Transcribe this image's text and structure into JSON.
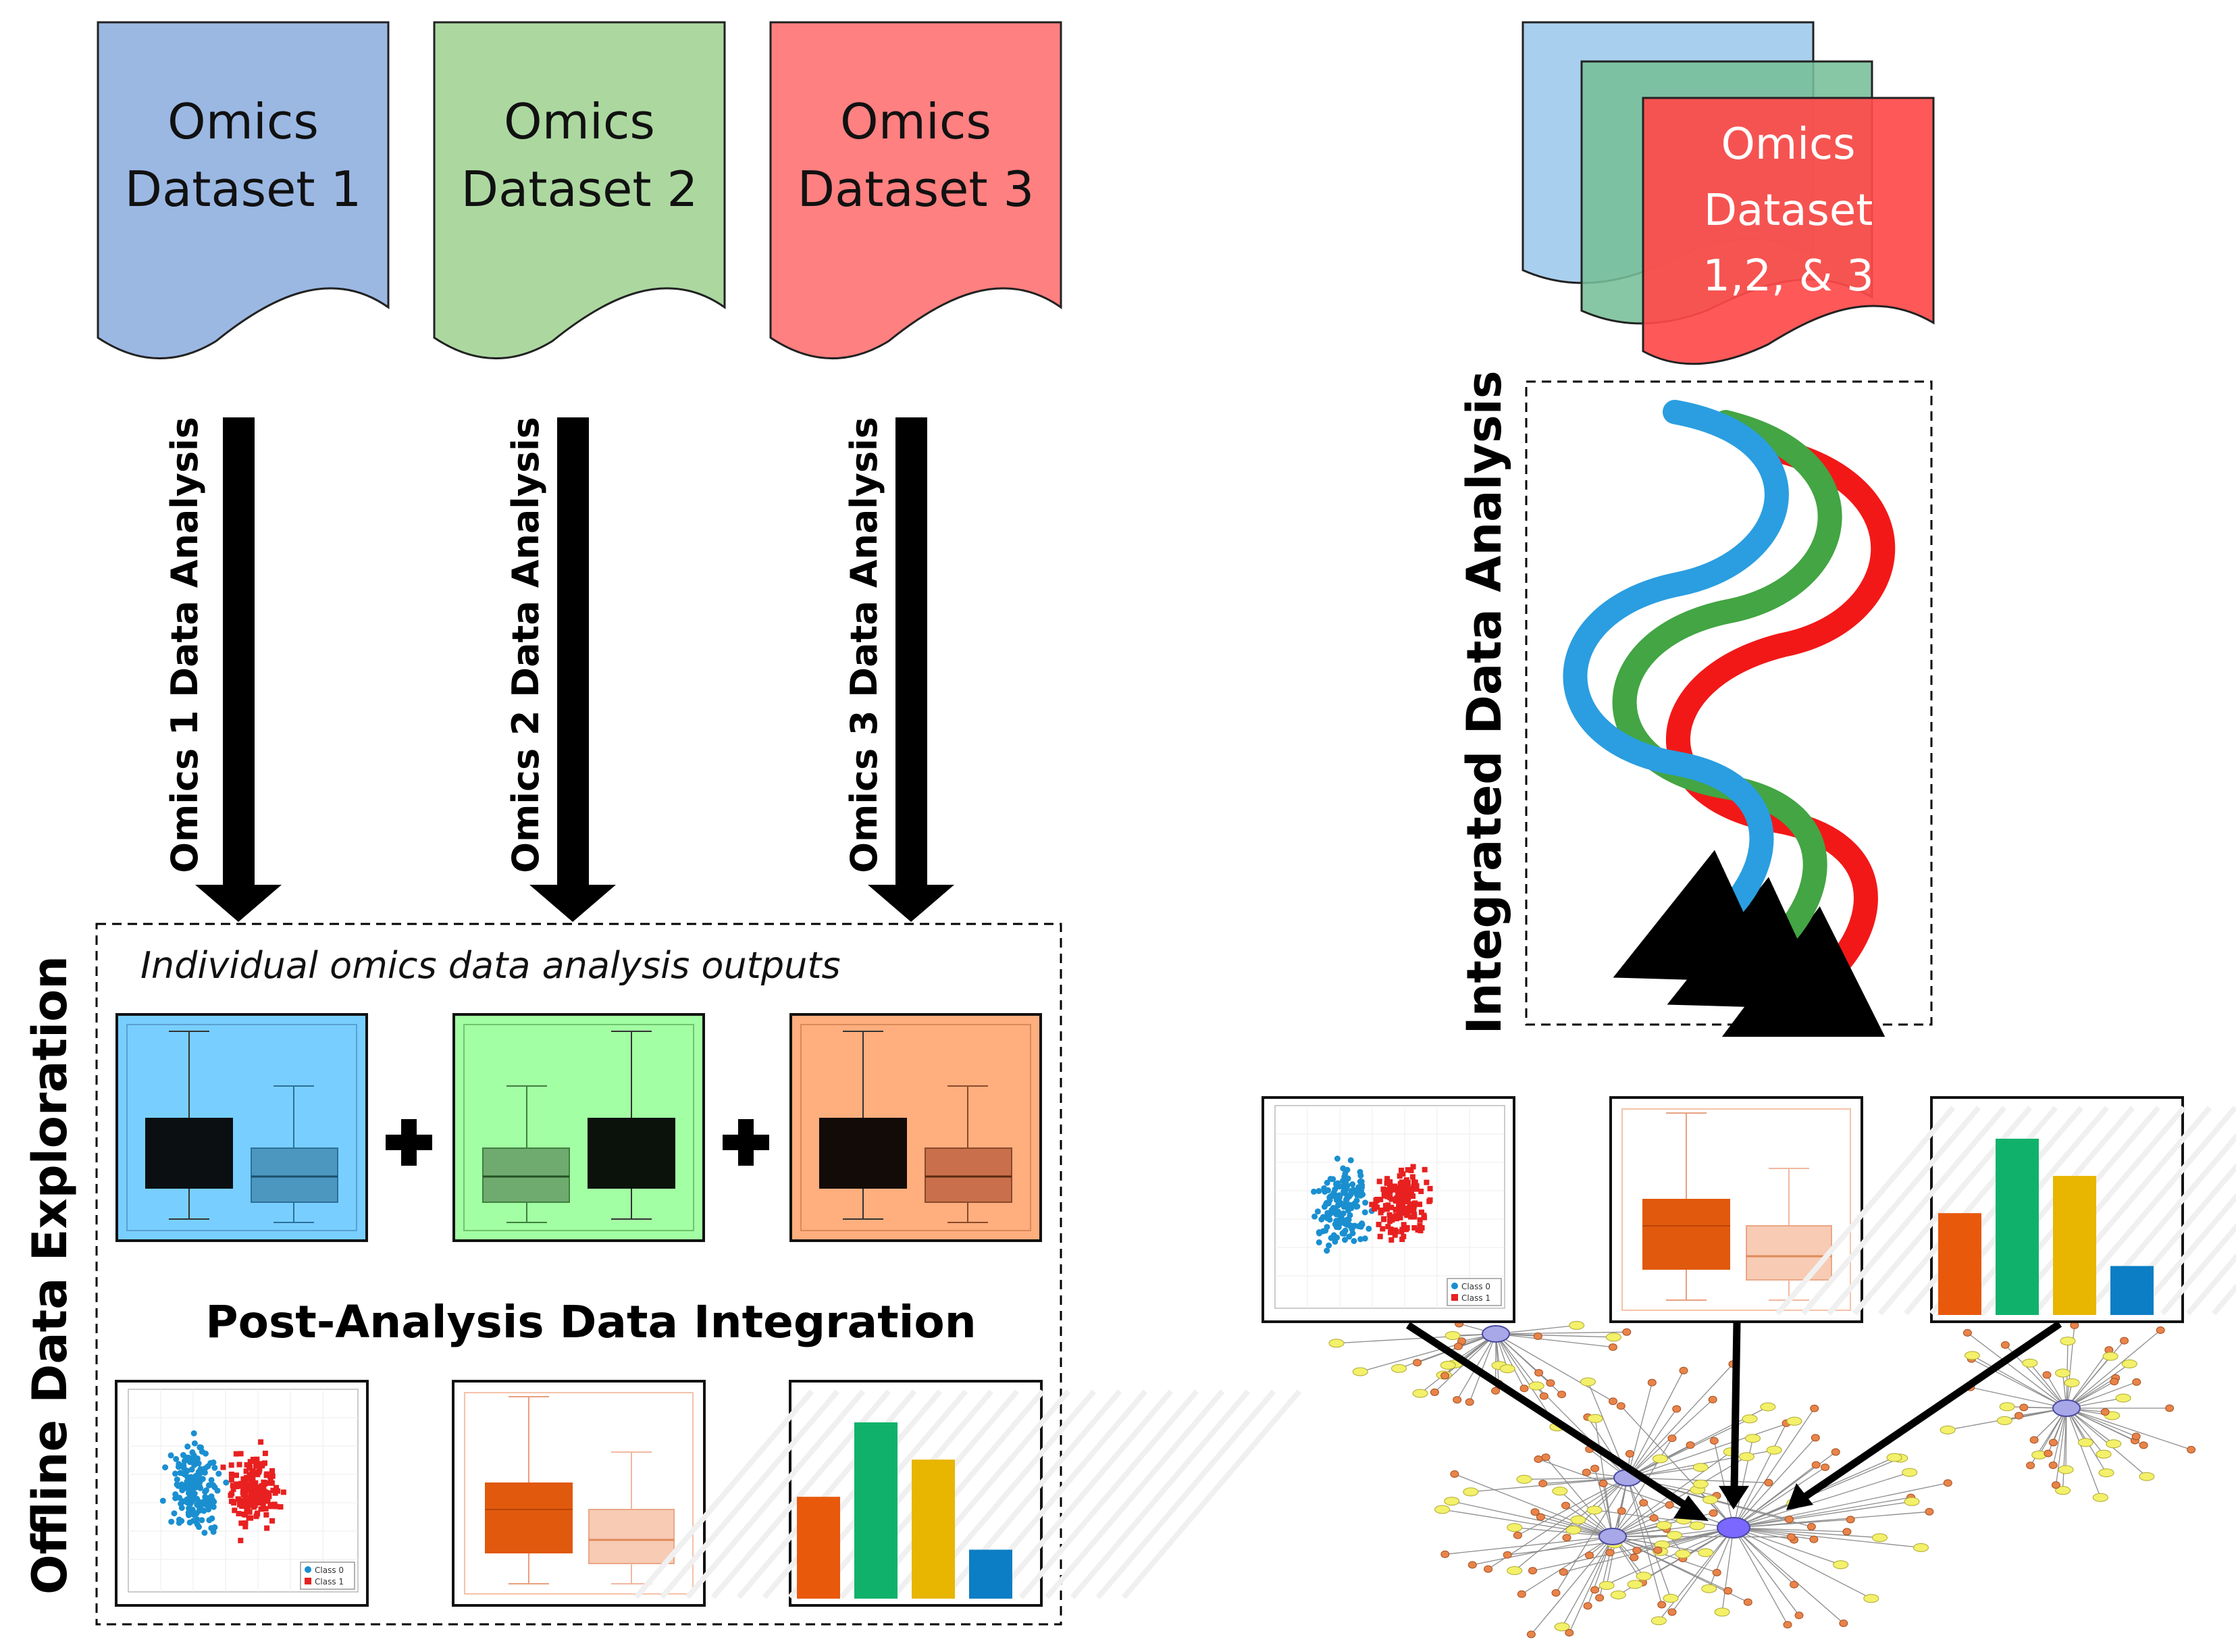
{
  "datasets": [
    {
      "line1": "Omics",
      "line2": "Dataset 1",
      "color": "#9bb8e3"
    },
    {
      "line1": "Omics",
      "line2": "Dataset 2",
      "color": "#acd8a0"
    },
    {
      "line1": "Omics",
      "line2": "Dataset 3",
      "color": "#ff8080"
    }
  ],
  "merged_dataset": {
    "line1": "Omics",
    "line2": "Dataset",
    "line3": "1,2, & 3",
    "colors": {
      "back": "#a9cfee",
      "middle": "#76bf98",
      "front": "#ff4a4a"
    }
  },
  "analysis_labels": [
    "Omics 1 Data Analysis",
    "Omics 2 Data Analysis",
    "Omics 3 Data Analysis"
  ],
  "offline": {
    "vertical_label": "Offline Data Exploration",
    "caption": "Individual omics data analysis outputs",
    "subtitle": "Post-Analysis Data Integration",
    "panel_colors": [
      "#78cfff",
      "#a3ffa3",
      "#ffae7e"
    ]
  },
  "integrated": {
    "vertical_label": "Integrated Data Analysis",
    "strand_colors": [
      "#2a9ee0",
      "#43a543",
      "#f21818"
    ]
  },
  "scatter_legend": [
    "Class 0",
    "Class 1"
  ],
  "bar_chart_colors": [
    "#e8590c",
    "#10b26b",
    "#e8b500",
    "#0c7ec5"
  ]
}
